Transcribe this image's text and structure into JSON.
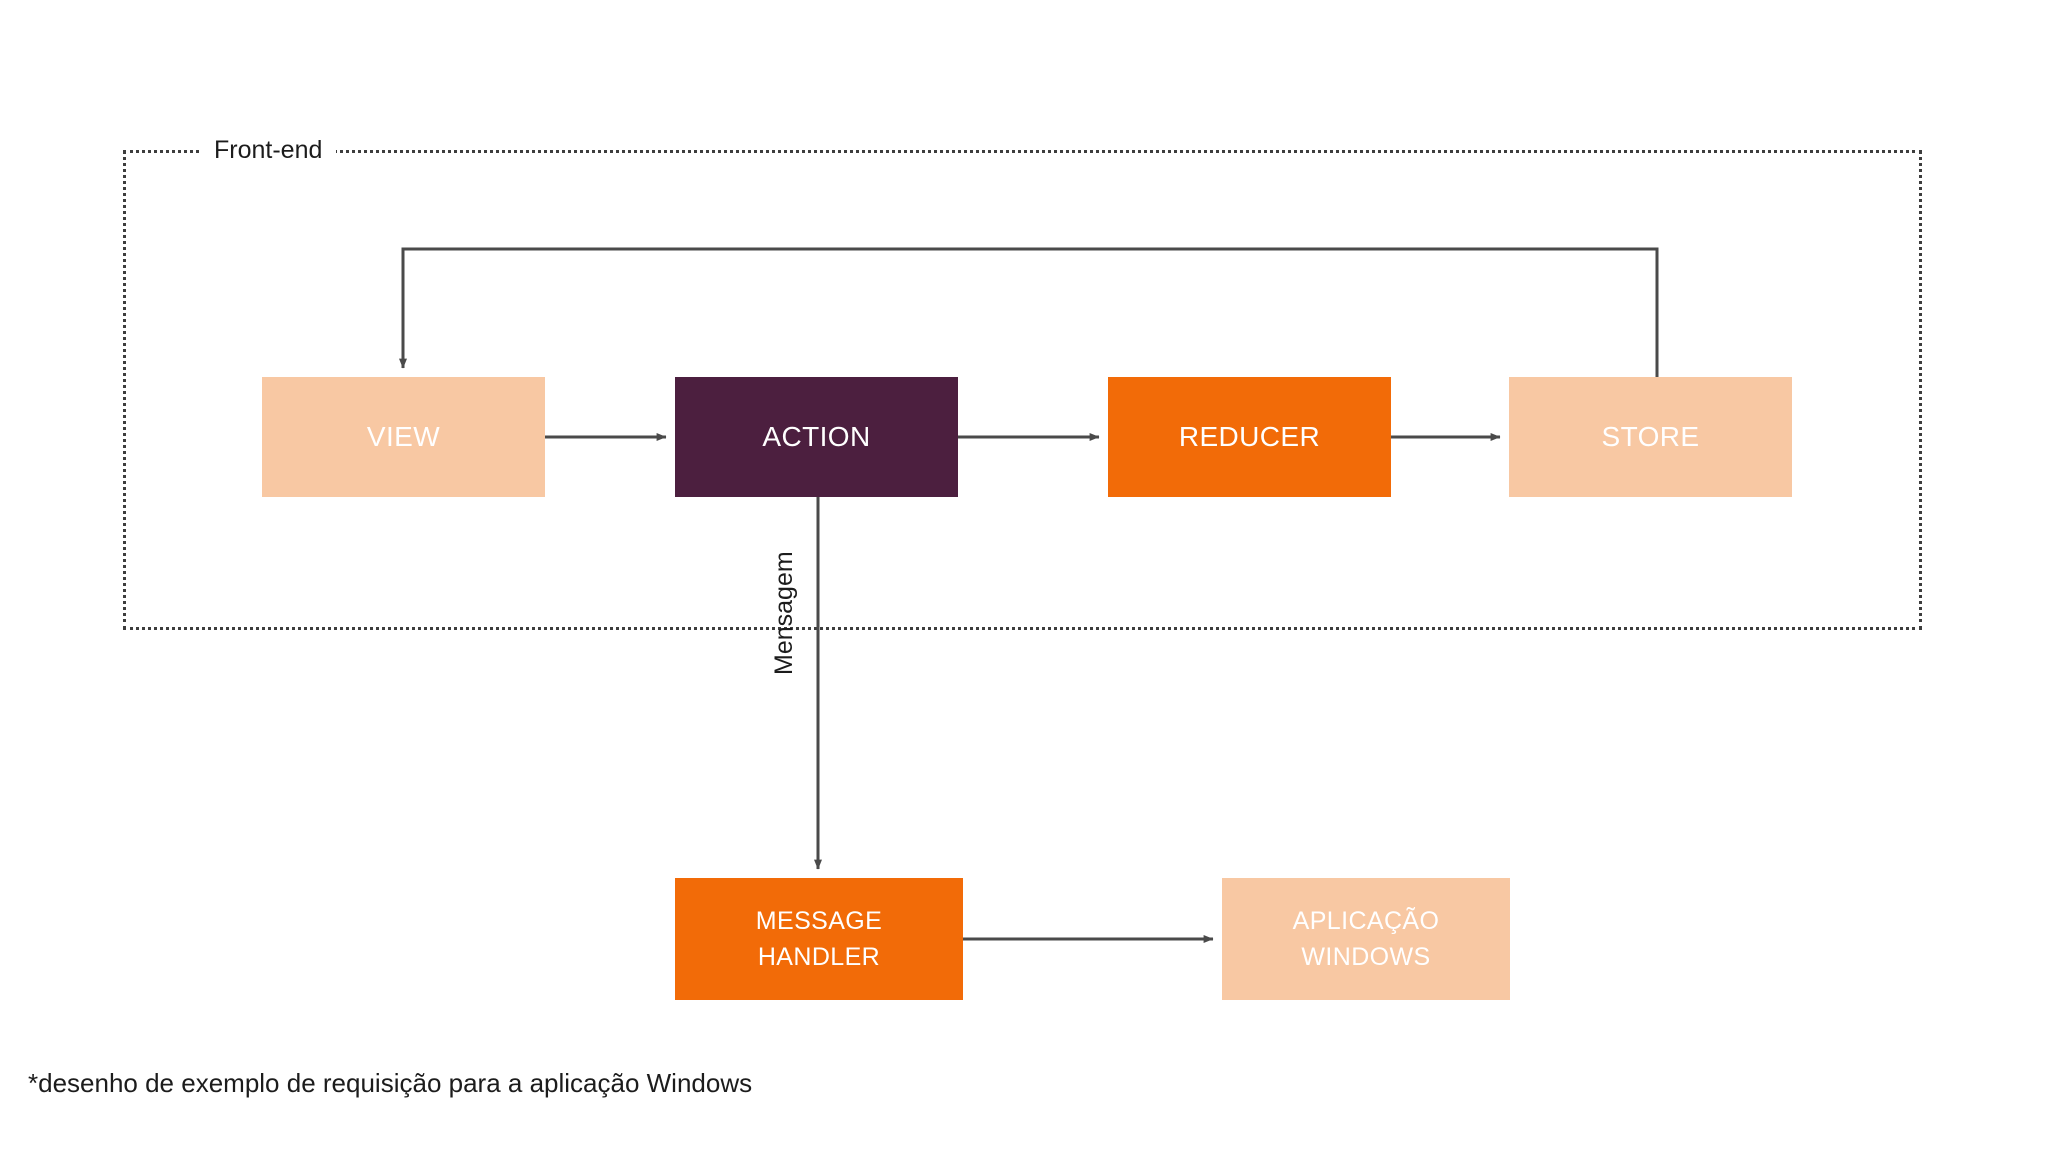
{
  "diagram": {
    "group": {
      "label": "Front-end"
    },
    "nodes": [
      {
        "id": "view",
        "label": "VIEW"
      },
      {
        "id": "action",
        "label": "ACTION"
      },
      {
        "id": "reducer",
        "label": "REDUCER"
      },
      {
        "id": "store",
        "label": "STORE"
      },
      {
        "id": "message-handler",
        "label": "MESSAGE\nHANDLER"
      },
      {
        "id": "aplicacao-windows",
        "label": "APLICAÇÃO\nWINDOWS"
      }
    ],
    "edges": [
      {
        "from": "view",
        "to": "action",
        "label": ""
      },
      {
        "from": "action",
        "to": "reducer",
        "label": ""
      },
      {
        "from": "reducer",
        "to": "store",
        "label": ""
      },
      {
        "from": "store",
        "to": "view",
        "label": ""
      },
      {
        "from": "action",
        "to": "message-handler",
        "label": "Mensagem"
      },
      {
        "from": "message-handler",
        "to": "aplicacao-windows",
        "label": ""
      }
    ],
    "footnote": "*desenho de exemplo de requisição para a aplicação Windows",
    "colors": {
      "peach": "#F8C8A3",
      "plum": "#4C1F3F",
      "orange": "#F26B08",
      "connector": "#4a4a4a",
      "text_dark": "#1c1c1c",
      "text_light": "#ffffff",
      "background": "#ffffff"
    }
  }
}
